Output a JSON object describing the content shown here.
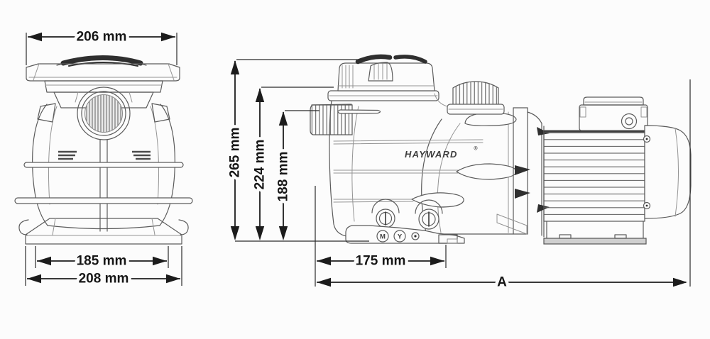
{
  "diagram": {
    "description": "Pool pump dimensional line drawing, front view and side view",
    "brand": "HAYWARD",
    "brand_mark": "®"
  },
  "front_view": {
    "top_width": "206 mm",
    "base_inner_width": "185 mm",
    "base_outer_width": "208 mm"
  },
  "side_view": {
    "overall_height": "265 mm",
    "lid_height": "224 mm",
    "inlet_height": "188 mm",
    "base_length": "175 mm",
    "overall_length": "A"
  },
  "base_markings": {
    "m": "M",
    "y": "Y"
  },
  "colors": {
    "background": "#fcfcfc",
    "line": "#5b5b5b",
    "line_dark": "#2f2f2f",
    "dimension": "#1c1c1c"
  }
}
